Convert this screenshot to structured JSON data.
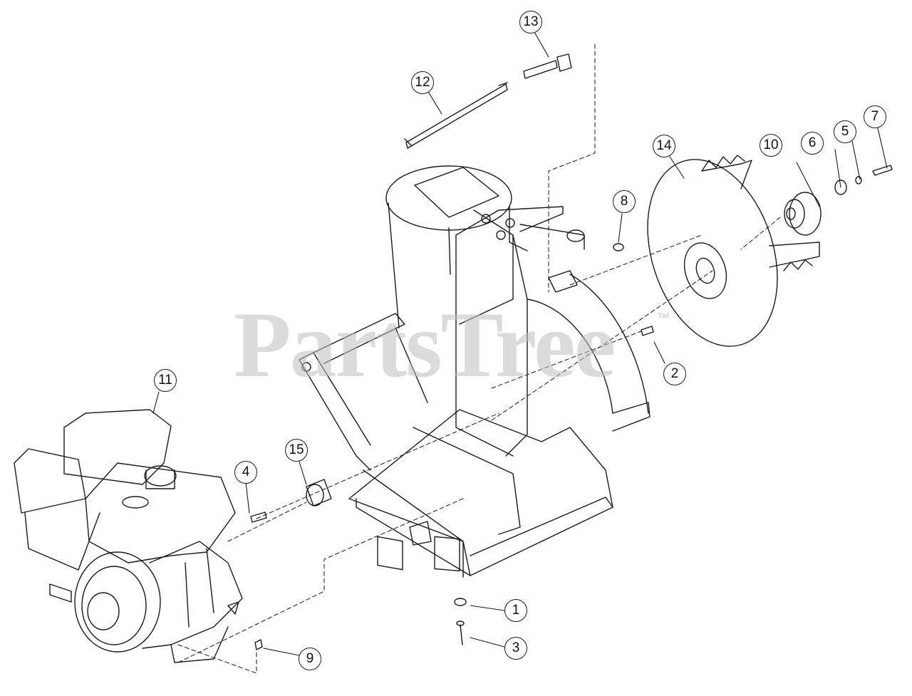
{
  "watermark": {
    "text": "PartsTree",
    "trademark": "™"
  },
  "callouts": [
    {
      "id": "c1",
      "number": "1"
    },
    {
      "id": "c2",
      "number": "2"
    },
    {
      "id": "c3",
      "number": "3"
    },
    {
      "id": "c4",
      "number": "4"
    },
    {
      "id": "c5",
      "number": "5"
    },
    {
      "id": "c6",
      "number": "6"
    },
    {
      "id": "c7",
      "number": "7"
    },
    {
      "id": "c8",
      "number": "8"
    },
    {
      "id": "c9",
      "number": "9"
    },
    {
      "id": "c10",
      "number": "10"
    },
    {
      "id": "c11",
      "number": "11"
    },
    {
      "id": "c12",
      "number": "12"
    },
    {
      "id": "c13",
      "number": "13"
    },
    {
      "id": "c14",
      "number": "14"
    },
    {
      "id": "c15",
      "number": "15"
    }
  ],
  "colors": {
    "line": "#1a1a1a",
    "watermark": "#bebebe",
    "background": "#ffffff"
  }
}
